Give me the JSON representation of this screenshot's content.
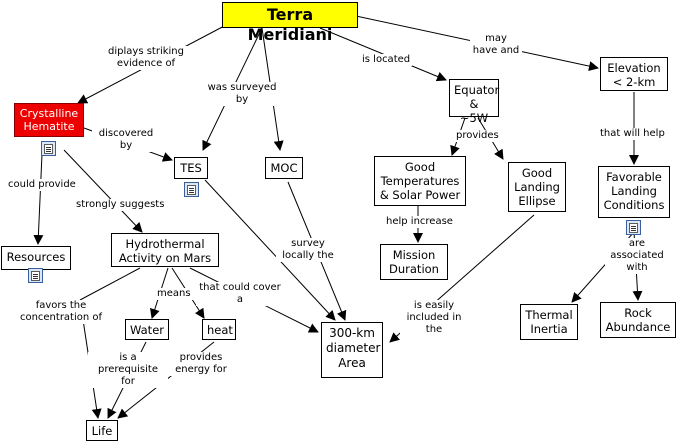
{
  "nodes": {
    "terra_meridiani": "Terra Meridiani",
    "crystalline_hematite": "Crystalline Hematite",
    "resources": "Resources",
    "tes": "TES",
    "moc": "MOC",
    "hydrothermal": "Hydrothermal Activity on Mars",
    "water": "Water",
    "heat": "heat",
    "life": "Life",
    "area_300km": "300-km diameter Area",
    "equator": "Equator & ~5W",
    "good_temps": "Good Temperatures & Solar Power",
    "mission_duration": "Mission Duration",
    "landing_ellipse": "Good Landing Ellipse",
    "elevation": "Elevation < 2-km",
    "favorable_conditions": "Favorable Landing Conditions",
    "thermal_inertia": "Thermal Inertia",
    "rock_abundance": "Rock Abundance"
  },
  "links": {
    "displays": "diplays striking evidence of",
    "surveyed": "was surveyed by",
    "located": "is located",
    "may_have": "may have and",
    "discovered": "discovered by",
    "could_provide": "could provide",
    "strongly_suggests": "strongly suggests",
    "survey_locally": "survey locally the",
    "provides": "provides",
    "that_will_help": "that will help",
    "help_increase": "help increase",
    "associated": "are associated with",
    "favors": "favors the concentration of",
    "means": "means",
    "could_cover": "that could cover a",
    "prerequisite": "is a prerequisite for",
    "energy": "provides energy for",
    "included": "is easily included in the"
  },
  "resource_icons": [
    "document-icon"
  ]
}
